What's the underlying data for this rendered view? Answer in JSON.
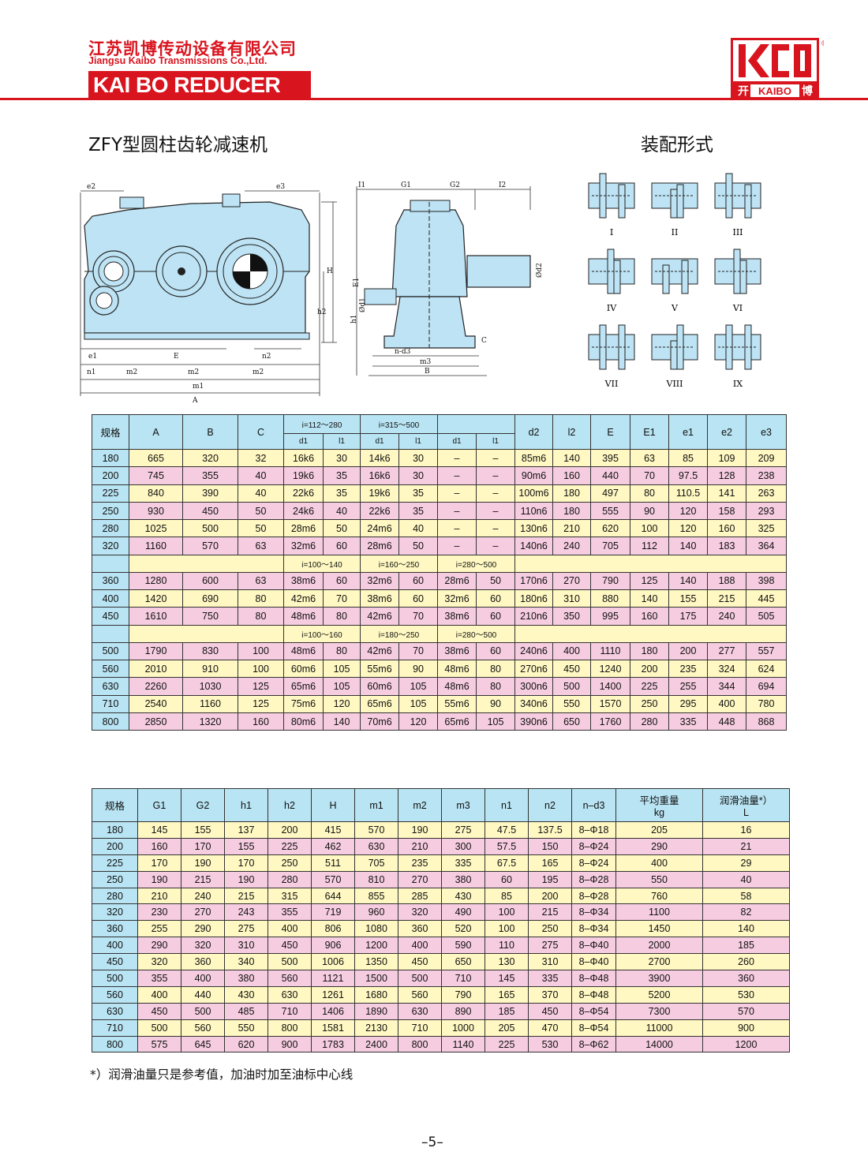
{
  "header": {
    "company_cn": "江苏凯博传动设备有限公司",
    "company_en": "Jiangsu Kaibo Transmissions Co.,Ltd.",
    "brand": "KAI BO REDUCER",
    "logo_text": "KAIBO",
    "logo_left_char": "开",
    "logo_right_char": "博",
    "registered": "®",
    "brand_color": "#d8141e"
  },
  "titles": {
    "model": "ZFY型圆柱齿轮减速机",
    "assembly": "装配形式"
  },
  "drawing": {
    "front_labels": [
      "e2",
      "e3",
      "H",
      "h2",
      "e1",
      "E",
      "n2",
      "n1",
      "m2",
      "m2",
      "m2",
      "m1",
      "A"
    ],
    "side_labels": [
      "I1",
      "G1",
      "G2",
      "I2",
      "Ød2",
      "E1",
      "h1",
      "Ød1",
      "C",
      "n-d3",
      "m3",
      "B"
    ]
  },
  "assembly_forms": [
    "I",
    "II",
    "III",
    "IV",
    "V",
    "VI",
    "VII",
    "VIII",
    "IX"
  ],
  "table1": {
    "headers": [
      "规格",
      "A",
      "B",
      "C",
      "d2",
      "l2",
      "E",
      "E1",
      "e1",
      "e2",
      "e3"
    ],
    "ratio_groups": [
      "i=112～280",
      "i=315～500",
      ""
    ],
    "sub_headers": [
      "d1",
      "l1",
      "d1",
      "l1",
      "d1",
      "l1"
    ],
    "ratio_groups_2": [
      "i=100～140",
      "i=160～250",
      "i=280～500"
    ],
    "ratio_groups_3": [
      "i=100～160",
      "i=180～250",
      "i=280～500"
    ],
    "rows_a": [
      [
        "180",
        "665",
        "320",
        "32",
        "16k6",
        "30",
        "14k6",
        "30",
        "–",
        "–",
        "85m6",
        "140",
        "395",
        "63",
        "85",
        "109",
        "209"
      ],
      [
        "200",
        "745",
        "355",
        "40",
        "19k6",
        "35",
        "16k6",
        "30",
        "–",
        "–",
        "90m6",
        "160",
        "440",
        "70",
        "97.5",
        "128",
        "238"
      ],
      [
        "225",
        "840",
        "390",
        "40",
        "22k6",
        "35",
        "19k6",
        "35",
        "–",
        "–",
        "100m6",
        "180",
        "497",
        "80",
        "110.5",
        "141",
        "263"
      ],
      [
        "250",
        "930",
        "450",
        "50",
        "24k6",
        "40",
        "22k6",
        "35",
        "–",
        "–",
        "110n6",
        "180",
        "555",
        "90",
        "120",
        "158",
        "293"
      ],
      [
        "280",
        "1025",
        "500",
        "50",
        "28m6",
        "50",
        "24m6",
        "40",
        "–",
        "–",
        "130n6",
        "210",
        "620",
        "100",
        "120",
        "160",
        "325"
      ],
      [
        "320",
        "1160",
        "570",
        "63",
        "32m6",
        "60",
        "28m6",
        "50",
        "–",
        "–",
        "140n6",
        "240",
        "705",
        "112",
        "140",
        "183",
        "364"
      ]
    ],
    "rows_b": [
      [
        "360",
        "1280",
        "600",
        "63",
        "38m6",
        "60",
        "32m6",
        "60",
        "28m6",
        "50",
        "170n6",
        "270",
        "790",
        "125",
        "140",
        "188",
        "398"
      ],
      [
        "400",
        "1420",
        "690",
        "80",
        "42m6",
        "70",
        "38m6",
        "60",
        "32m6",
        "60",
        "180n6",
        "310",
        "880",
        "140",
        "155",
        "215",
        "445"
      ],
      [
        "450",
        "1610",
        "750",
        "80",
        "48m6",
        "80",
        "42m6",
        "70",
        "38m6",
        "60",
        "210n6",
        "350",
        "995",
        "160",
        "175",
        "240",
        "505"
      ]
    ],
    "rows_c": [
      [
        "500",
        "1790",
        "830",
        "100",
        "48m6",
        "80",
        "42m6",
        "70",
        "38m6",
        "60",
        "240n6",
        "400",
        "1110",
        "180",
        "200",
        "277",
        "557"
      ],
      [
        "560",
        "2010",
        "910",
        "100",
        "60m6",
        "105",
        "55m6",
        "90",
        "48m6",
        "80",
        "270n6",
        "450",
        "1240",
        "200",
        "235",
        "324",
        "624"
      ],
      [
        "630",
        "2260",
        "1030",
        "125",
        "65m6",
        "105",
        "60m6",
        "105",
        "48m6",
        "80",
        "300n6",
        "500",
        "1400",
        "225",
        "255",
        "344",
        "694"
      ],
      [
        "710",
        "2540",
        "1160",
        "125",
        "75m6",
        "120",
        "65m6",
        "105",
        "55m6",
        "90",
        "340n6",
        "550",
        "1570",
        "250",
        "295",
        "400",
        "780"
      ],
      [
        "800",
        "2850",
        "1320",
        "160",
        "80m6",
        "140",
        "70m6",
        "120",
        "65m6",
        "105",
        "390n6",
        "650",
        "1760",
        "280",
        "335",
        "448",
        "868"
      ]
    ]
  },
  "table2": {
    "headers": [
      "规格",
      "G1",
      "G2",
      "h1",
      "h2",
      "H",
      "m1",
      "m2",
      "m3",
      "n1",
      "n2",
      "n–d3",
      "平均重量",
      "润滑油量*）"
    ],
    "units": [
      "kg",
      "L"
    ],
    "rows": [
      [
        "180",
        "145",
        "155",
        "137",
        "200",
        "415",
        "570",
        "190",
        "275",
        "47.5",
        "137.5",
        "8–Φ18",
        "205",
        "16"
      ],
      [
        "200",
        "160",
        "170",
        "155",
        "225",
        "462",
        "630",
        "210",
        "300",
        "57.5",
        "150",
        "8–Φ24",
        "290",
        "21"
      ],
      [
        "225",
        "170",
        "190",
        "170",
        "250",
        "511",
        "705",
        "235",
        "335",
        "67.5",
        "165",
        "8–Φ24",
        "400",
        "29"
      ],
      [
        "250",
        "190",
        "215",
        "190",
        "280",
        "570",
        "810",
        "270",
        "380",
        "60",
        "195",
        "8–Φ28",
        "550",
        "40"
      ],
      [
        "280",
        "210",
        "240",
        "215",
        "315",
        "644",
        "855",
        "285",
        "430",
        "85",
        "200",
        "8–Φ28",
        "760",
        "58"
      ],
      [
        "320",
        "230",
        "270",
        "243",
        "355",
        "719",
        "960",
        "320",
        "490",
        "100",
        "215",
        "8–Φ34",
        "1100",
        "82"
      ],
      [
        "360",
        "255",
        "290",
        "275",
        "400",
        "806",
        "1080",
        "360",
        "520",
        "100",
        "250",
        "8–Φ34",
        "1450",
        "140"
      ],
      [
        "400",
        "290",
        "320",
        "310",
        "450",
        "906",
        "1200",
        "400",
        "590",
        "110",
        "275",
        "8–Φ40",
        "2000",
        "185"
      ],
      [
        "450",
        "320",
        "360",
        "340",
        "500",
        "1006",
        "1350",
        "450",
        "650",
        "130",
        "310",
        "8–Φ40",
        "2700",
        "260"
      ],
      [
        "500",
        "355",
        "400",
        "380",
        "560",
        "1121",
        "1500",
        "500",
        "710",
        "145",
        "335",
        "8–Φ48",
        "3900",
        "360"
      ],
      [
        "560",
        "400",
        "440",
        "430",
        "630",
        "1261",
        "1680",
        "560",
        "790",
        "165",
        "370",
        "8–Φ48",
        "5200",
        "530"
      ],
      [
        "630",
        "450",
        "500",
        "485",
        "710",
        "1406",
        "1890",
        "630",
        "890",
        "185",
        "450",
        "8–Φ54",
        "7300",
        "570"
      ],
      [
        "710",
        "500",
        "560",
        "550",
        "800",
        "1581",
        "2130",
        "710",
        "1000",
        "205",
        "470",
        "8–Φ54",
        "11000",
        "900"
      ],
      [
        "800",
        "575",
        "645",
        "620",
        "900",
        "1783",
        "2400",
        "800",
        "1140",
        "225",
        "530",
        "8–Φ62",
        "14000",
        "1200"
      ]
    ]
  },
  "footnote": "*）润滑油量只是参考值，加油时加至油标中心线",
  "page_number": "–5–"
}
